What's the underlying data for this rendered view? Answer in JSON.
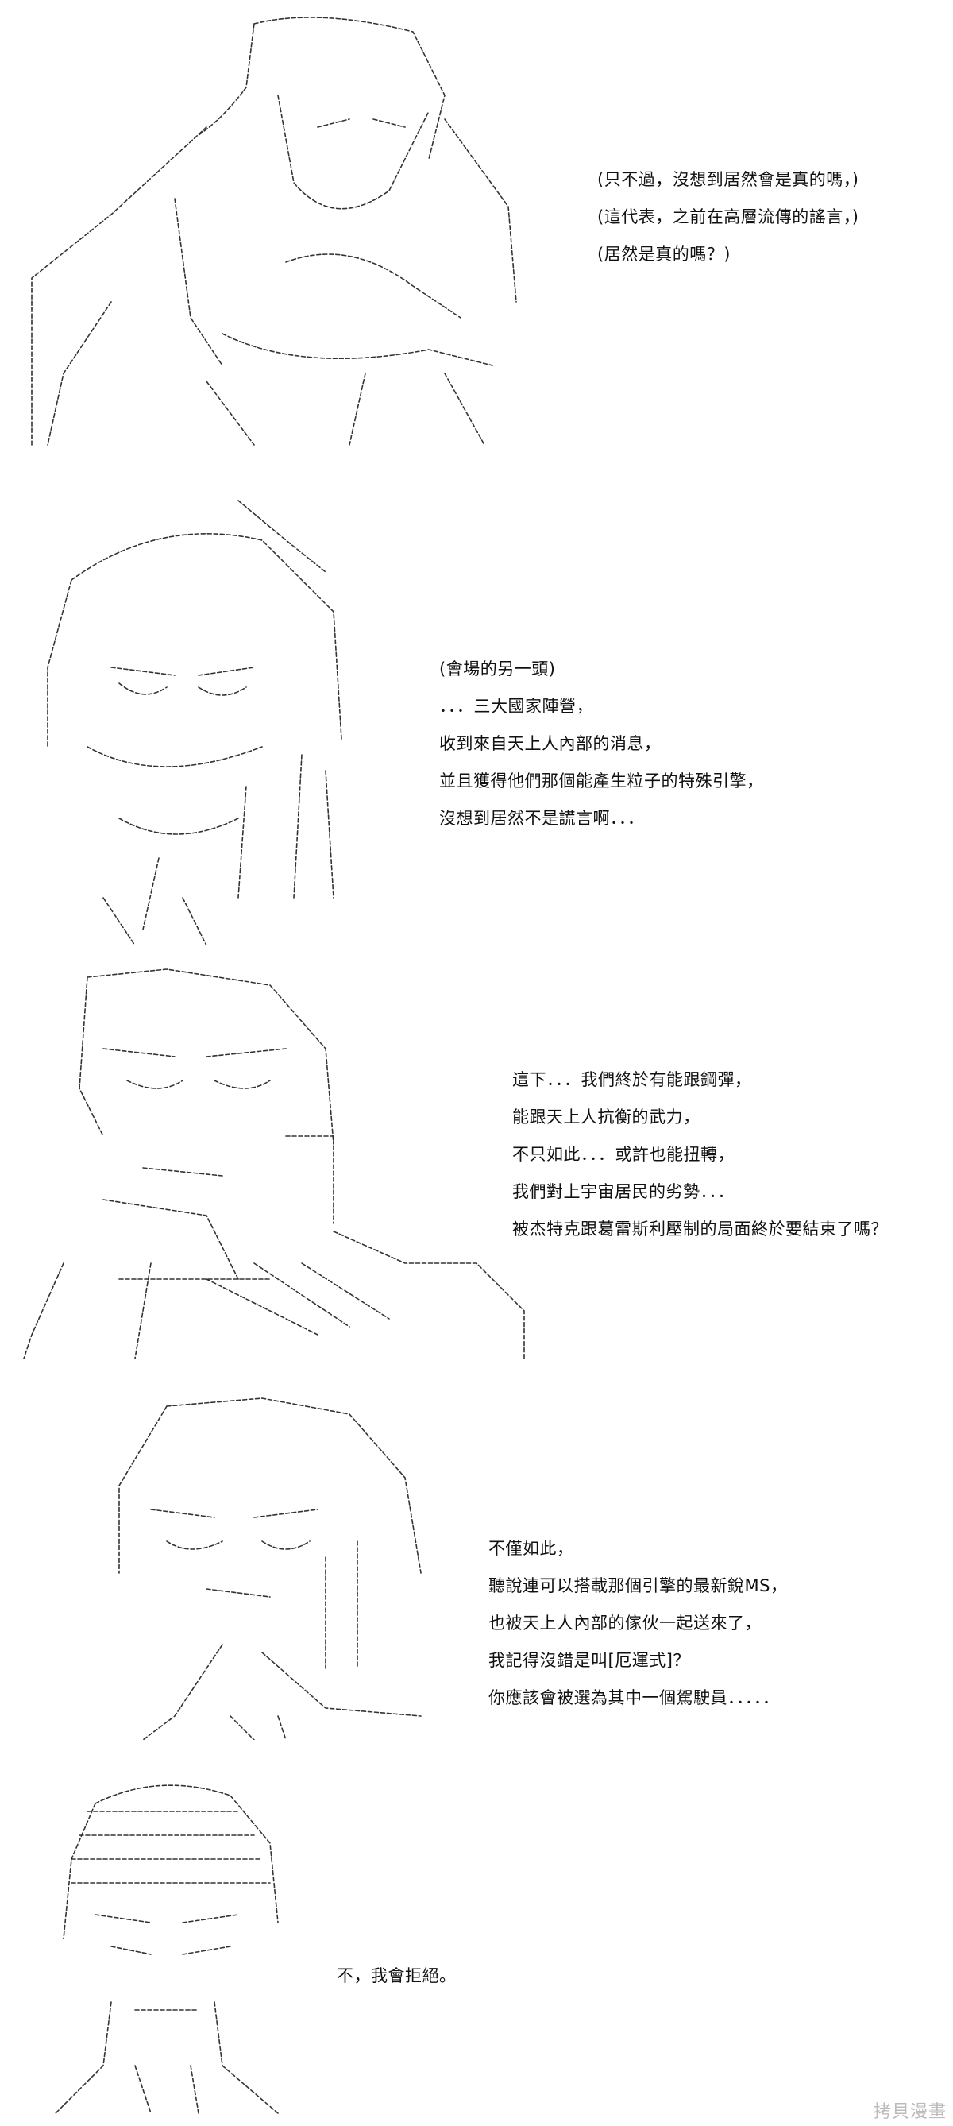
{
  "panels": [
    {
      "lines": [
        "(只不過，沒想到居然會是真的嗎，)",
        "(這代表，之前在高層流傳的謠言，)",
        "(居然是真的嗎？)"
      ]
    },
    {
      "lines": [
        "(會場的另一頭)",
        "．．．三大國家陣營，",
        "收到來自天上人內部的消息，",
        "並且獲得他們那個能產生粒子的特殊引擎，",
        "沒想到居然不是謊言啊．．．"
      ]
    },
    {
      "lines": [
        "這下．．．我們終於有能跟鋼彈，",
        "能跟天上人抗衡的武力，",
        "不只如此．．．或許也能扭轉，",
        "我們對上宇宙居民的劣勢．．．",
        "被杰特克跟葛雷斯利壓制的局面終於要結束了嗎？"
      ]
    },
    {
      "lines": [
        "不僅如此，",
        "聽說連可以搭載那個引擎的最新銳MS，",
        "也被天上人內部的傢伙一起送來了，",
        "我記得沒錯是叫[厄運式]？",
        "你應該會被選為其中一個駕駛員．．．．．"
      ]
    },
    {
      "lines": [
        "不，我會拒絕。"
      ]
    }
  ],
  "watermark": "拷貝漫畫"
}
